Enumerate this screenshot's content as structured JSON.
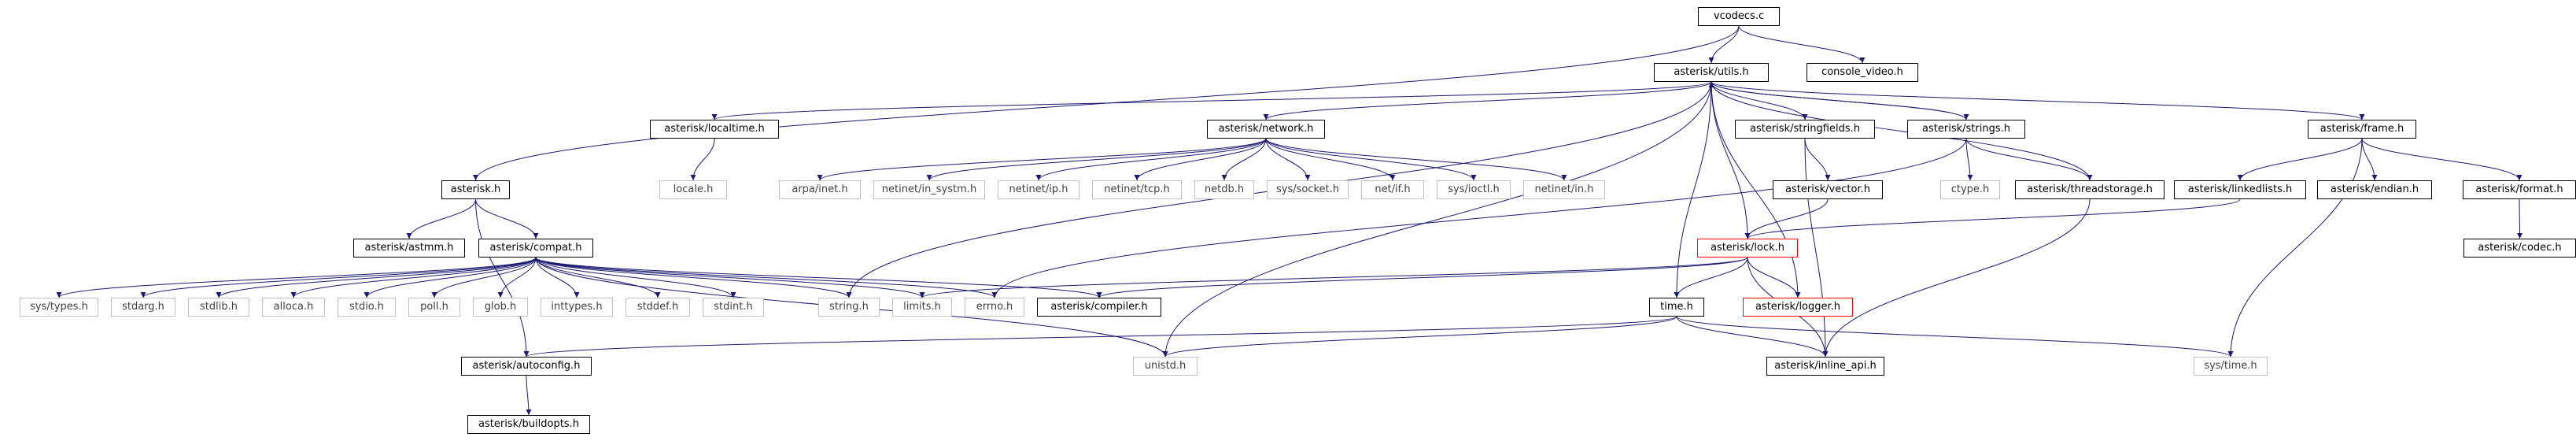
{
  "graph": {
    "edge_color": "#191970",
    "colors": {
      "root_fill": "#bfbfbf",
      "missing_border": "#bfbfbf",
      "truncated_border": "#ff0000",
      "node_border": "#000000"
    },
    "nodes": {
      "vcodecs": {
        "label": "vcodecs.c",
        "kind": "root"
      },
      "utils": {
        "label": "asterisk/utils.h",
        "kind": "documented"
      },
      "console_video": {
        "label": "console_video.h",
        "kind": "documented"
      },
      "asterisk_h": {
        "label": "asterisk.h",
        "kind": "documented"
      },
      "localtime": {
        "label": "asterisk/localtime.h",
        "kind": "documented"
      },
      "network": {
        "label": "asterisk/network.h",
        "kind": "documented"
      },
      "stringfields": {
        "label": "asterisk/stringfields.h",
        "kind": "documented"
      },
      "strings": {
        "label": "asterisk/strings.h",
        "kind": "truncated"
      },
      "frame": {
        "label": "asterisk/frame.h",
        "kind": "documented"
      },
      "astmm": {
        "label": "asterisk/astmm.h",
        "kind": "documented"
      },
      "compat": {
        "label": "asterisk/compat.h",
        "kind": "documented"
      },
      "locale": {
        "label": "locale.h",
        "kind": "missing"
      },
      "arpa_inet": {
        "label": "arpa/inet.h",
        "kind": "missing"
      },
      "netinet_systm": {
        "label": "netinet/in_systm.h",
        "kind": "missing"
      },
      "netinet_ip": {
        "label": "netinet/ip.h",
        "kind": "missing"
      },
      "netinet_tcp": {
        "label": "netinet/tcp.h",
        "kind": "missing"
      },
      "netdb": {
        "label": "netdb.h",
        "kind": "missing"
      },
      "sys_socket": {
        "label": "sys/socket.h",
        "kind": "missing"
      },
      "net_if": {
        "label": "net/if.h",
        "kind": "missing"
      },
      "sys_ioctl": {
        "label": "sys/ioctl.h",
        "kind": "missing"
      },
      "netinet_in": {
        "label": "netinet/in.h",
        "kind": "missing"
      },
      "vector": {
        "label": "asterisk/vector.h",
        "kind": "documented"
      },
      "ctype": {
        "label": "ctype.h",
        "kind": "missing"
      },
      "threadstorage": {
        "label": "asterisk/threadstorage.h",
        "kind": "documented"
      },
      "linkedlists": {
        "label": "asterisk/linkedlists.h",
        "kind": "documented"
      },
      "endian": {
        "label": "asterisk/endian.h",
        "kind": "documented"
      },
      "format": {
        "label": "asterisk/format.h",
        "kind": "documented"
      },
      "codec": {
        "label": "asterisk/codec.h",
        "kind": "documented"
      },
      "lock": {
        "label": "asterisk/lock.h",
        "kind": "truncated"
      },
      "sys_types": {
        "label": "sys/types.h",
        "kind": "missing"
      },
      "stdarg": {
        "label": "stdarg.h",
        "kind": "missing"
      },
      "stdlib": {
        "label": "stdlib.h",
        "kind": "missing"
      },
      "alloca": {
        "label": "alloca.h",
        "kind": "missing"
      },
      "stdio": {
        "label": "stdio.h",
        "kind": "missing"
      },
      "poll": {
        "label": "poll.h",
        "kind": "missing"
      },
      "glob": {
        "label": "glob.h",
        "kind": "missing"
      },
      "inttypes": {
        "label": "inttypes.h",
        "kind": "missing"
      },
      "stddef": {
        "label": "stddef.h",
        "kind": "missing"
      },
      "stdint": {
        "label": "stdint.h",
        "kind": "missing"
      },
      "string_h": {
        "label": "string.h",
        "kind": "missing"
      },
      "limits": {
        "label": "limits.h",
        "kind": "missing"
      },
      "errno": {
        "label": "errno.h",
        "kind": "missing"
      },
      "compiler": {
        "label": "asterisk/compiler.h",
        "kind": "documented"
      },
      "logger": {
        "label": "asterisk/logger.h",
        "kind": "truncated"
      },
      "time_h": {
        "label": "time.h",
        "kind": "documented"
      },
      "autoconfig": {
        "label": "asterisk/autoconfig.h",
        "kind": "documented"
      },
      "unistd": {
        "label": "unistd.h",
        "kind": "missing"
      },
      "inline_api": {
        "label": "asterisk/inline_api.h",
        "kind": "documented"
      },
      "sys_time": {
        "label": "sys/time.h",
        "kind": "missing"
      },
      "buildopts": {
        "label": "asterisk/buildopts.h",
        "kind": "documented"
      }
    },
    "edges": [
      [
        "vcodecs",
        "utils"
      ],
      [
        "vcodecs",
        "console_video"
      ],
      [
        "vcodecs",
        "asterisk_h"
      ],
      [
        "utils",
        "localtime"
      ],
      [
        "utils",
        "network"
      ],
      [
        "utils",
        "stringfields"
      ],
      [
        "utils",
        "strings"
      ],
      [
        "utils",
        "frame"
      ],
      [
        "utils",
        "string_h"
      ],
      [
        "utils",
        "unistd"
      ],
      [
        "utils",
        "time_h"
      ],
      [
        "utils",
        "lock"
      ],
      [
        "utils",
        "logger"
      ],
      [
        "asterisk_h",
        "astmm"
      ],
      [
        "asterisk_h",
        "compat"
      ],
      [
        "asterisk_h",
        "autoconfig"
      ],
      [
        "localtime",
        "locale"
      ],
      [
        "network",
        "arpa_inet"
      ],
      [
        "network",
        "netinet_systm"
      ],
      [
        "network",
        "netinet_ip"
      ],
      [
        "network",
        "netinet_tcp"
      ],
      [
        "network",
        "netdb"
      ],
      [
        "network",
        "sys_socket"
      ],
      [
        "network",
        "net_if"
      ],
      [
        "network",
        "sys_ioctl"
      ],
      [
        "network",
        "netinet_in"
      ],
      [
        "stringfields",
        "vector"
      ],
      [
        "stringfields",
        "inline_api"
      ],
      [
        "strings",
        "utils"
      ],
      [
        "strings",
        "ctype"
      ],
      [
        "strings",
        "threadstorage"
      ],
      [
        "strings",
        "errno"
      ],
      [
        "threadstorage",
        "utils"
      ],
      [
        "threadstorage",
        "inline_api"
      ],
      [
        "frame",
        "linkedlists"
      ],
      [
        "frame",
        "endian"
      ],
      [
        "frame",
        "format"
      ],
      [
        "frame",
        "sys_time"
      ],
      [
        "format",
        "codec"
      ],
      [
        "vector",
        "lock"
      ],
      [
        "linkedlists",
        "lock"
      ],
      [
        "lock",
        "time_h"
      ],
      [
        "lock",
        "logger"
      ],
      [
        "lock",
        "compiler"
      ],
      [
        "lock",
        "inline_api"
      ],
      [
        "lock",
        "limits"
      ],
      [
        "compat",
        "sys_types"
      ],
      [
        "compat",
        "stdarg"
      ],
      [
        "compat",
        "stdlib"
      ],
      [
        "compat",
        "alloca"
      ],
      [
        "compat",
        "stdio"
      ],
      [
        "compat",
        "poll"
      ],
      [
        "compat",
        "glob"
      ],
      [
        "compat",
        "inttypes"
      ],
      [
        "compat",
        "stddef"
      ],
      [
        "compat",
        "stdint"
      ],
      [
        "compat",
        "string_h"
      ],
      [
        "compat",
        "limits"
      ],
      [
        "compat",
        "errno"
      ],
      [
        "compat",
        "compiler"
      ],
      [
        "compat",
        "unistd"
      ],
      [
        "time_h",
        "autoconfig"
      ],
      [
        "time_h",
        "unistd"
      ],
      [
        "time_h",
        "inline_api"
      ],
      [
        "time_h",
        "sys_time"
      ],
      [
        "autoconfig",
        "buildopts"
      ]
    ]
  }
}
